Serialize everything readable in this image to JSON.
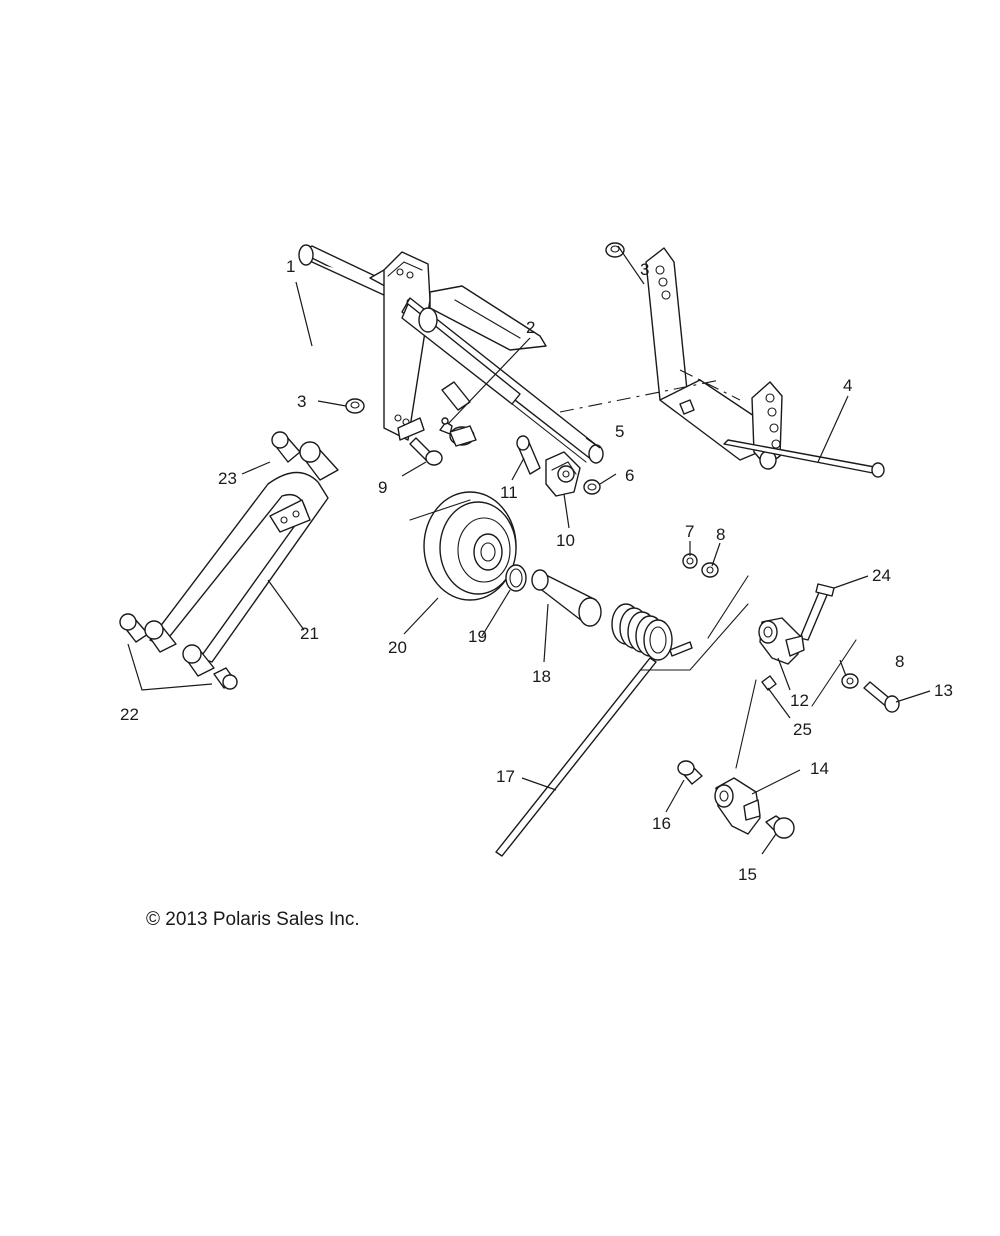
{
  "diagram": {
    "callouts": [
      "1",
      "2",
      "3",
      "3",
      "4",
      "5",
      "6",
      "7",
      "8",
      "8",
      "9",
      "10",
      "11",
      "12",
      "13",
      "14",
      "15",
      "16",
      "17",
      "18",
      "19",
      "20",
      "21",
      "22",
      "23",
      "24",
      "25"
    ],
    "copyright": "© 2013 Polaris Sales Inc."
  }
}
